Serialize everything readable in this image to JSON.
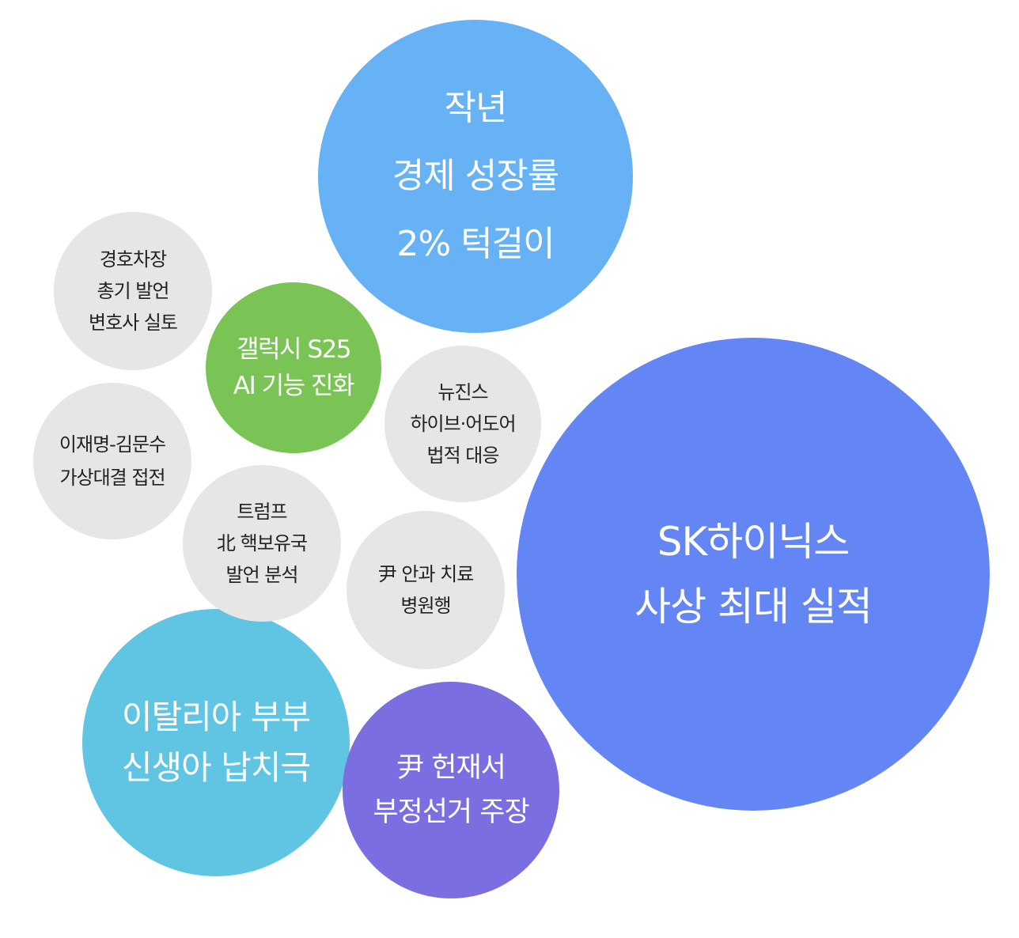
{
  "bubbles": [
    {
      "id": "economic-growth",
      "lines": [
        "작년",
        "경제 성장률",
        "2% 턱걸이"
      ],
      "color": "#66b2f4"
    },
    {
      "id": "sk-hynix",
      "lines": [
        "SK하이닉스",
        "사상 최대 실적"
      ],
      "color": "#6486f4"
    },
    {
      "id": "italy-couple",
      "lines": [
        "이탈리아 부부",
        "신생아 납치극"
      ],
      "color": "#60c4e3"
    },
    {
      "id": "yoon-court",
      "lines": [
        "尹 헌재서",
        "부정선거 주장"
      ],
      "color": "#7b6ee0"
    },
    {
      "id": "galaxy",
      "lines": [
        "갤럭시 S25",
        "AI 기능 진화"
      ],
      "color": "#79c454"
    },
    {
      "id": "security-vice",
      "lines": [
        "경호차장",
        "총기 발언",
        "변호사 실토"
      ],
      "color": "#e6e6e6"
    },
    {
      "id": "lee-kim",
      "lines": [
        "이재명-김문수",
        "가상대결 접전"
      ],
      "color": "#e6e6e6"
    },
    {
      "id": "trump-nk",
      "lines": [
        "트럼프",
        "北 핵보유국",
        "발언 분석"
      ],
      "color": "#e6e6e6"
    },
    {
      "id": "newjeans",
      "lines": [
        "뉴진스",
        "하이브·어도어",
        "법적 대응"
      ],
      "color": "#e6e6e6"
    },
    {
      "id": "yoon-hospital",
      "lines": [
        "尹 안과 치료",
        "병원행"
      ],
      "color": "#e6e6e6"
    }
  ]
}
